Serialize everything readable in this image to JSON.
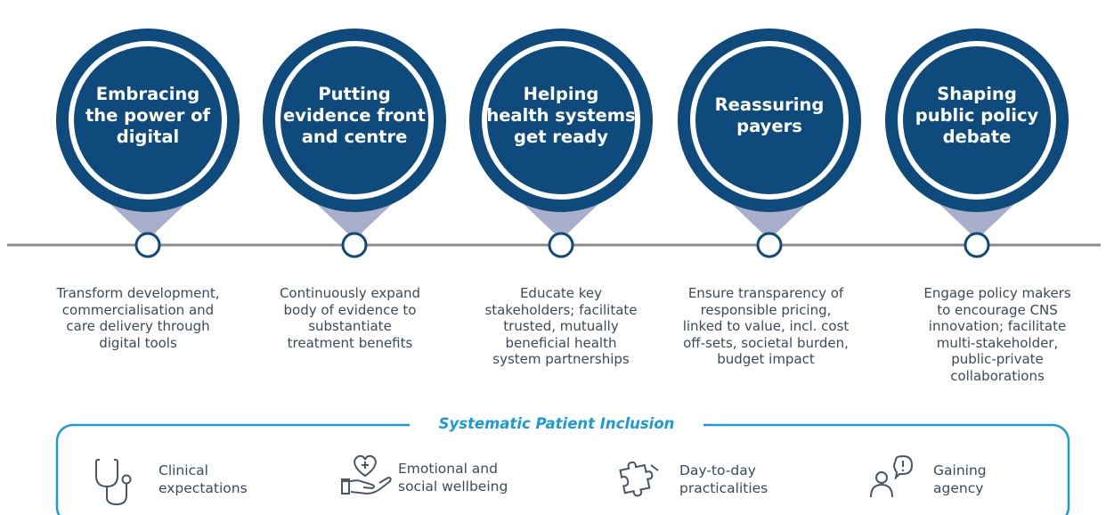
{
  "colors": {
    "navy": "#0f4a7d",
    "pointer": "#a9aecb",
    "timeline": "#8c8c8c",
    "accent": "#1a9ad6",
    "text": "#3c4a5a"
  },
  "pillars": [
    {
      "title": "Embracing\nthe power of\ndigital",
      "description": "Transform development,\ncommercialisation and\ncare delivery through\ndigital tools"
    },
    {
      "title": "Putting\nevidence front\nand centre",
      "description": "Continuously expand\nbody of evidence to\nsubstantiate\ntreatment benefits"
    },
    {
      "title": "Helping\nhealth systems\nget ready",
      "description": "Educate key\nstakeholders; facilitate\ntrusted, mutually\nbeneficial health\nsystem partnerships"
    },
    {
      "title": "Reassuring\npayers",
      "description": "Ensure transparency of\nresponsible pricing,\nlinked to value, incl. cost\noff-sets, societal burden,\nbudget impact"
    },
    {
      "title": "Shaping\npublic policy\ndebate",
      "description": "Engage policy makers\nto encourage CNS\ninnovation; facilitate\nmulti-stakeholder,\npublic-private\ncollaborations"
    }
  ],
  "band": {
    "title": "Systematic Patient Inclusion",
    "items": [
      {
        "label": "Clinical\nexpectations",
        "icon": "stethoscope-icon"
      },
      {
        "label": "Emotional and\nsocial wellbeing",
        "icon": "heart-in-hand-icon"
      },
      {
        "label": "Day-to-day\npracticalities",
        "icon": "puzzle-piece-icon"
      },
      {
        "label": "Gaining\nagency",
        "icon": "person-speech-exclamation-icon"
      }
    ]
  }
}
